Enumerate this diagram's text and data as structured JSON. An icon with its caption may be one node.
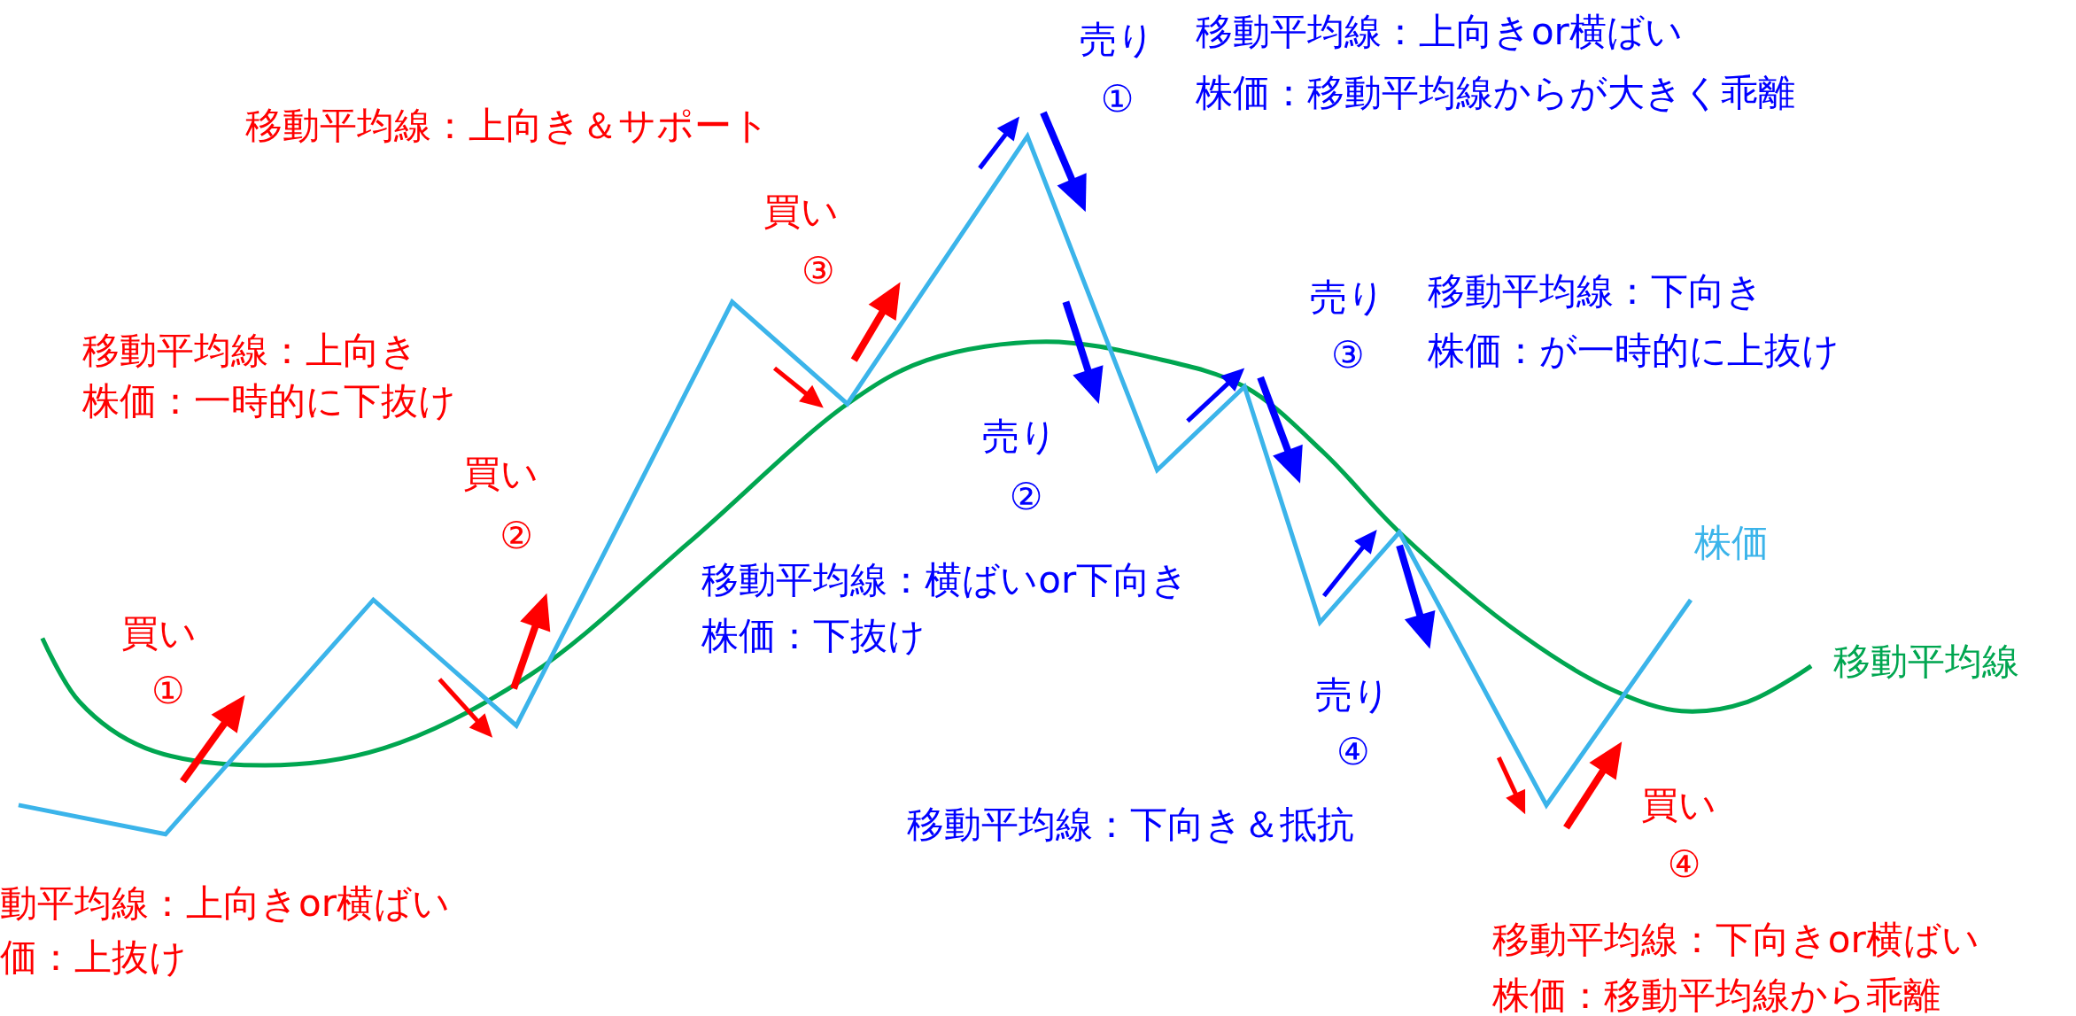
{
  "diagram": {
    "labels": [
      "売り",
      "移動平均線：上向きor横ばい",
      "株価：移動平均線からが大きく乖離",
      "①",
      "移動平均線：上向き＆サポート",
      "買い",
      "③",
      "移動平均線：下向き",
      "売り",
      "移動平均線：上向き",
      "株価：が一時的に上抜け",
      "③",
      "株価：一時的に下抜け",
      "売り",
      "買い",
      "②",
      "②",
      "株価",
      "移動平均線：横ばいor下向き",
      "買い",
      "株価：下抜け",
      "移動平均線",
      "①",
      "売り",
      "④",
      "買い",
      "移動平均線：下向き＆抵抗",
      "④",
      "動平均線：上向きor横ばい",
      "移動平均線：下向きor横ばい",
      "価：上抜け",
      "株価：移動平均線から乖離"
    ]
  }
}
